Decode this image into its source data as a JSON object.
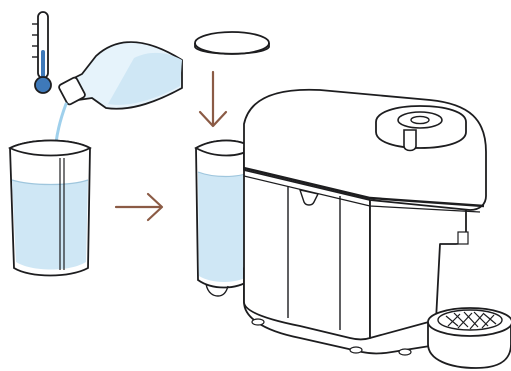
{
  "illustration": {
    "steps": [
      {
        "name": "fill-with-cold-water"
      },
      {
        "name": "attach-lid"
      },
      {
        "name": "insert-tank-into-machine"
      }
    ]
  },
  "colors": {
    "line": "#1d1d1f",
    "water": "#cfe7f5",
    "water_light": "#e6f3fb",
    "arrow": "#8b5b45",
    "thermometer_bulb": "#3e79b9",
    "machine_fill": "#ffffff"
  },
  "icons": {
    "thermometer": "thermometer-icon",
    "bottle": "water-bottle-icon",
    "arrow_right": "arrow-right-icon",
    "arrow_down": "arrow-down-icon"
  }
}
